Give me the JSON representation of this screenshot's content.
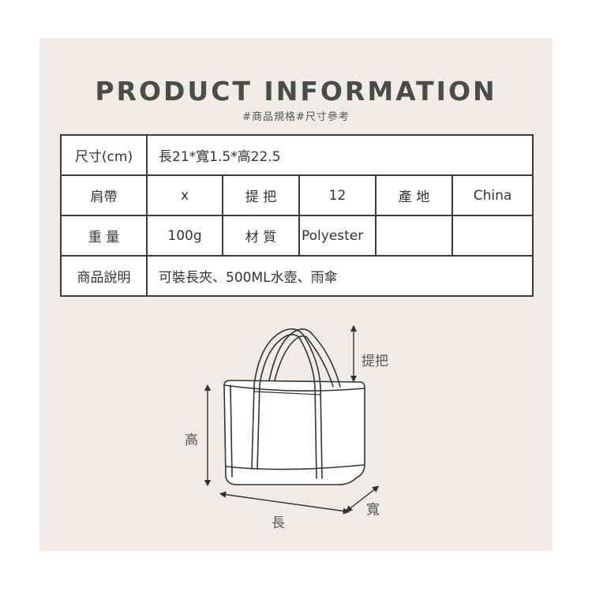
{
  "header": {
    "title": "PRODUCT INFORMATION",
    "subtitle": "#商品規格#尺寸參考"
  },
  "table": {
    "size_label": "尺寸(cm)",
    "size_value": "長21*寬1.5*高22.5",
    "row2": [
      "肩帶",
      "x",
      "提 把",
      "12",
      "產 地",
      "China"
    ],
    "row3": [
      "重 量",
      "100g",
      "材 質",
      "Polyester",
      "",
      ""
    ],
    "desc_label": "商品說明",
    "desc_value": "可裝長夾、500ML水壺、雨傘"
  },
  "diagram": {
    "handle_label": "提把",
    "height_label": "高",
    "length_label": "長",
    "width_label": "寬"
  },
  "colors": {
    "background": "#efebe6",
    "table_fill": "#ffffff",
    "line": "#3c3c3c",
    "title": "#4b4b4b"
  }
}
